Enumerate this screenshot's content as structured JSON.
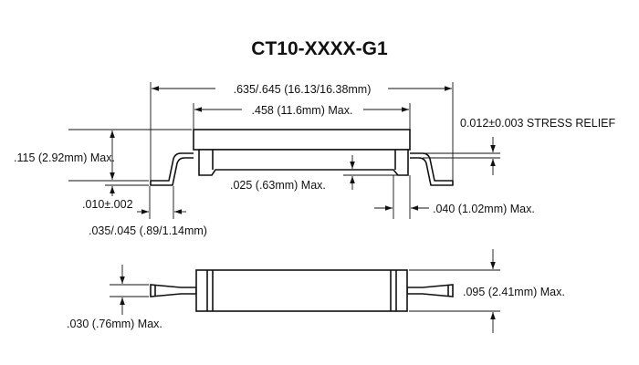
{
  "title": "CT10-XXXX-G1",
  "side_view": {
    "overall_length": ".635/.645 (16.13/16.38mm)",
    "body_length": ".458 (11.6mm) Max.",
    "stress_relief": "0.012±0.003 STRESS RELIEF",
    "height": ".115 (2.92mm) Max.",
    "lead_offset": ".010±.002",
    "body_gap": ".025 (.63mm) Max.",
    "lead_foot": ".040 (1.02mm) Max.",
    "lead_span": ".035/.045 (.89/1.14mm)"
  },
  "top_view": {
    "body_width": ".095 (2.41mm) Max.",
    "lead_width": ".030 (.76mm) Max."
  }
}
